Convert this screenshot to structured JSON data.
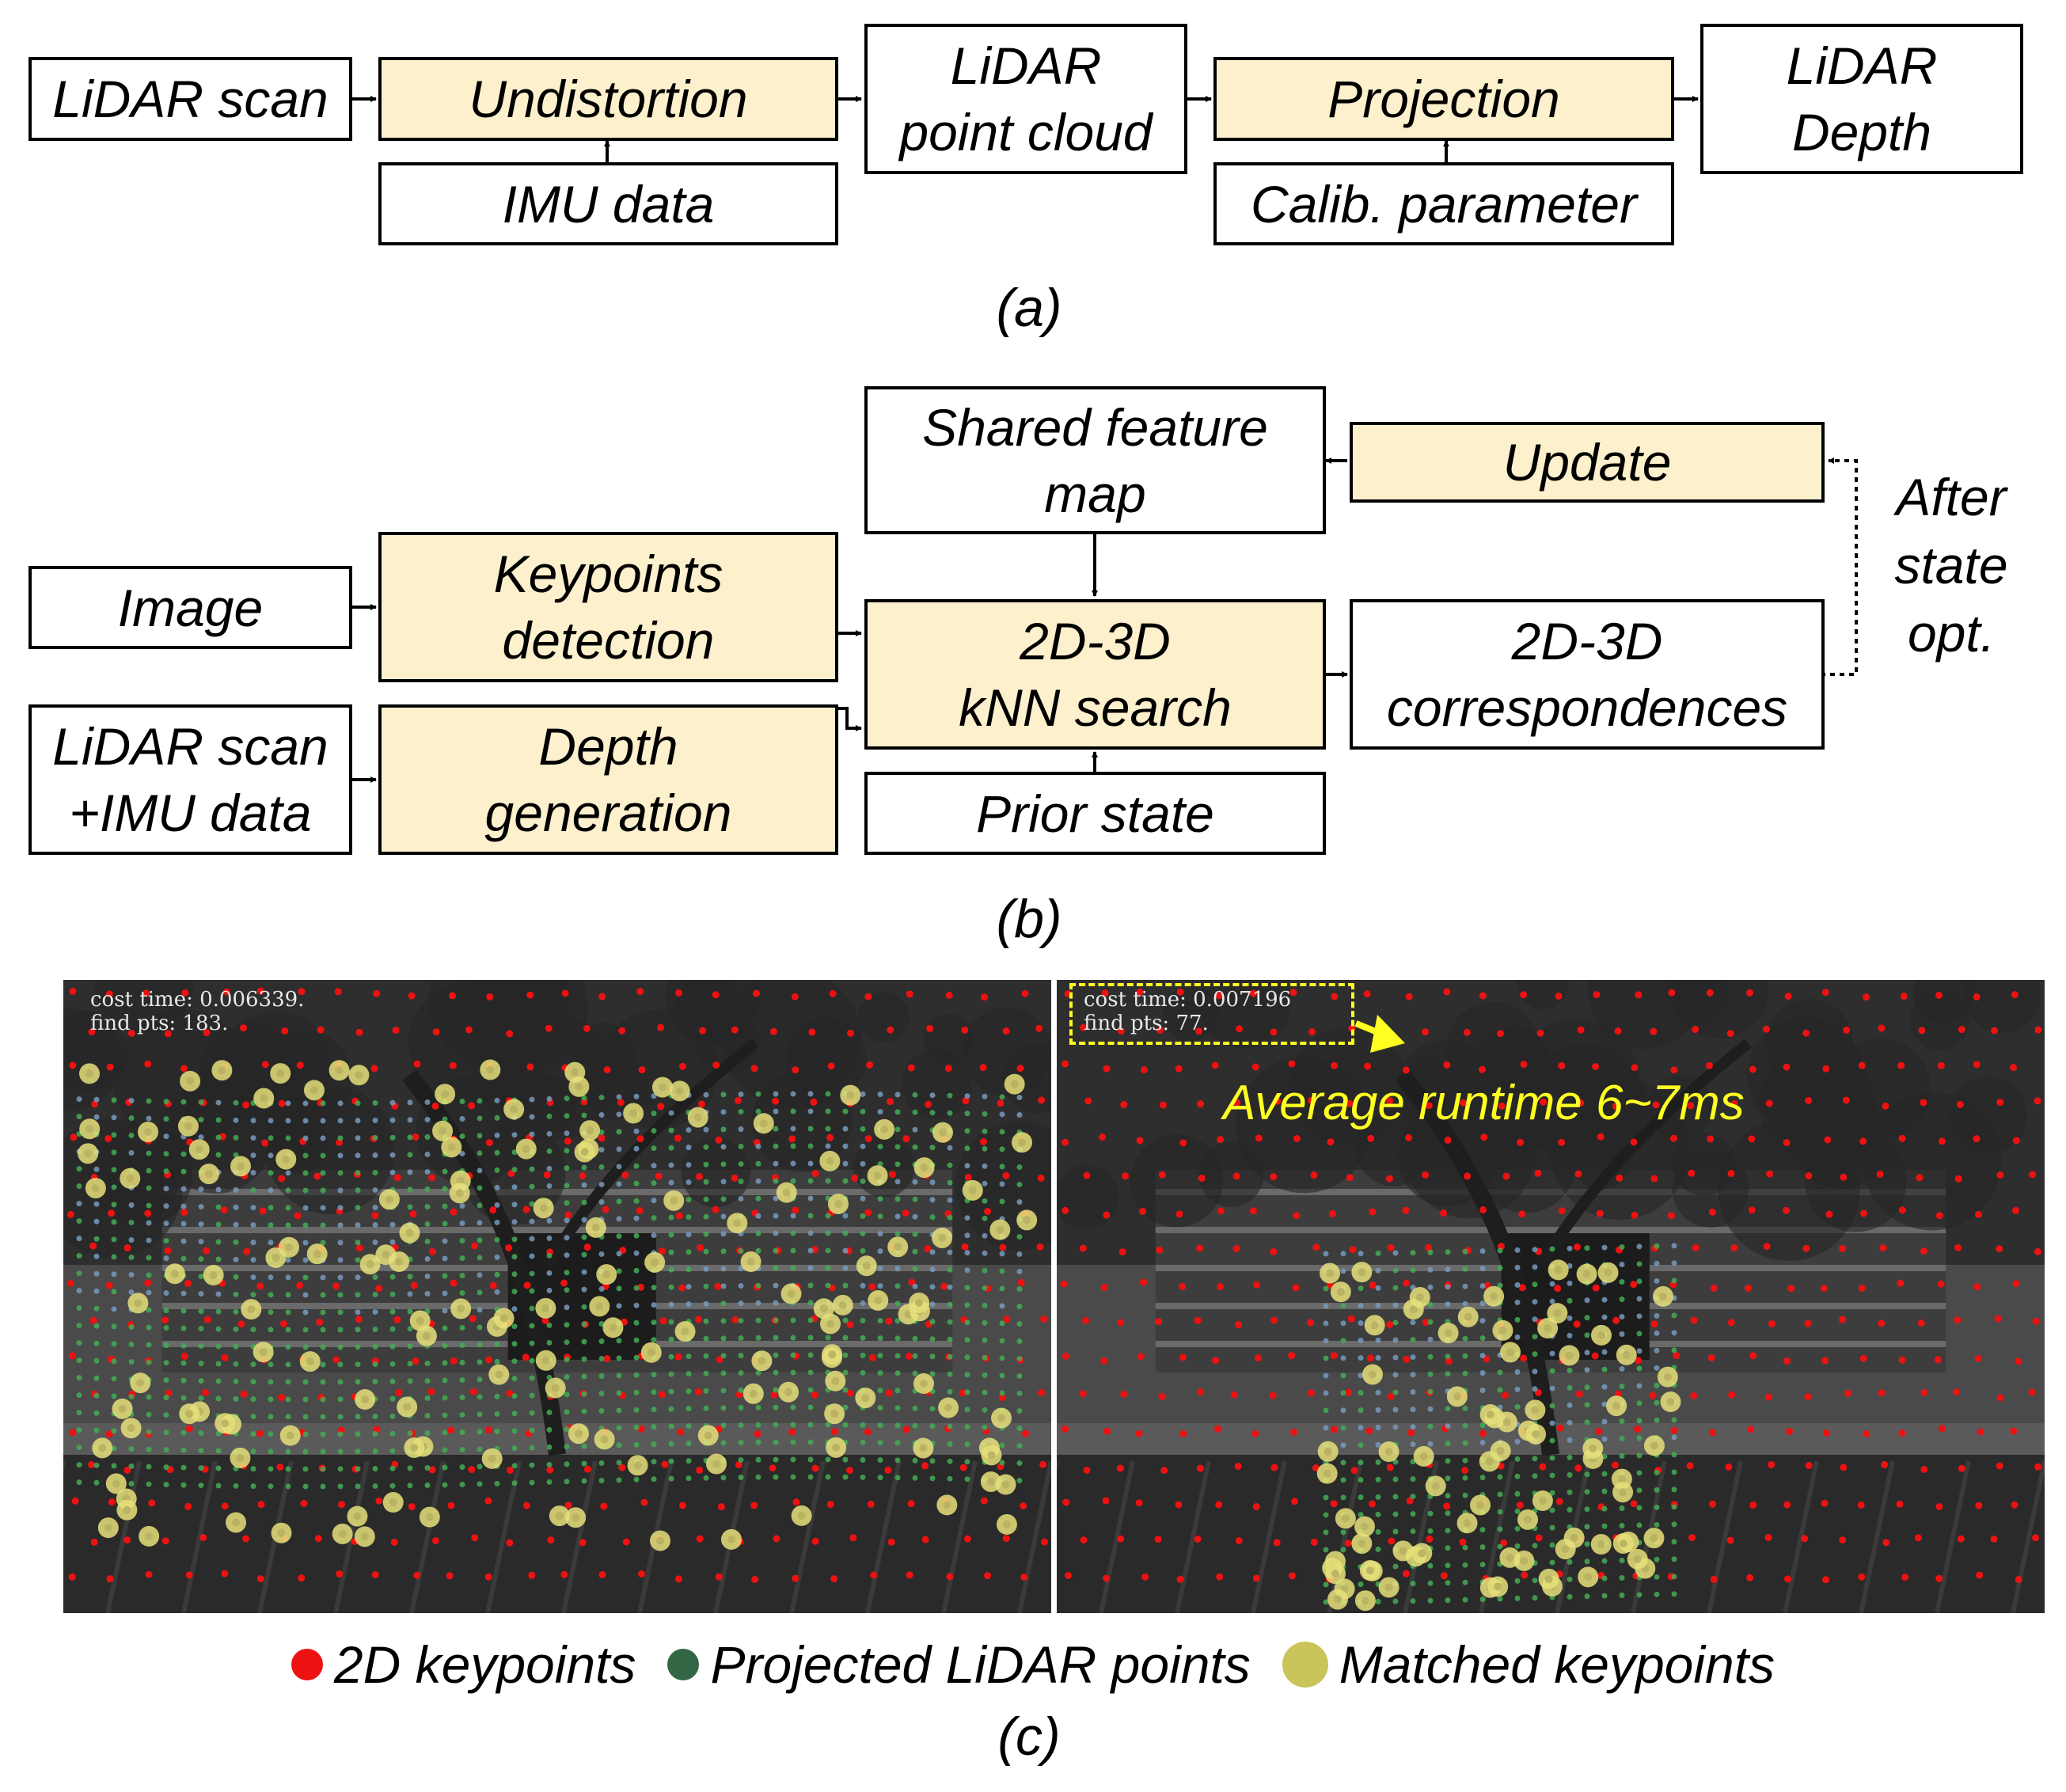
{
  "panel_a": {
    "caption": "(a)",
    "boxes": {
      "lidar_scan": "LiDAR scan",
      "undistortion": "Undistortion",
      "imu_data": "IMU data",
      "lidar_point_cloud": "LiDAR\npoint cloud",
      "projection": "Projection",
      "calib_parameter": "Calib. parameter",
      "lidar_depth": "LiDAR\nDepth"
    }
  },
  "panel_b": {
    "caption": "(b)",
    "boxes": {
      "shared_feature_map": "Shared feature\nmap",
      "update": "Update",
      "image": "Image",
      "keypoints_detection": "Keypoints\ndetection",
      "knn_search": "2D-3D\nkNN search",
      "correspondences": "2D-3D\ncorrespondences",
      "lidar_imu": "LiDAR scan\n+IMU data",
      "depth_generation": "Depth\ngeneration",
      "prior_state": "Prior state"
    },
    "side_label": "After\nstate\nopt."
  },
  "panel_c": {
    "caption": "(c)",
    "left_image": {
      "overlay": "cost time: 0.006339.\nfind pts: 183."
    },
    "right_image": {
      "overlay": "cost time: 0.007196\nfind pts: 77.",
      "annotation": "Average runtime 6~7ms"
    },
    "legend": [
      {
        "label": "2D keypoints",
        "color": "#ee1111"
      },
      {
        "label": "Projected LiDAR points",
        "color": "#336644"
      },
      {
        "label": "Matched keypoints",
        "color": "#c9c55a"
      }
    ]
  },
  "colors": {
    "box_fill": "#fdf0cc",
    "annotation_yellow": "#ffff22",
    "keypoint_red": "#ee1111",
    "lidar_green": "#44aa55",
    "lidar_blue": "#7799bb",
    "matched_yellow": "#e6e07a"
  }
}
